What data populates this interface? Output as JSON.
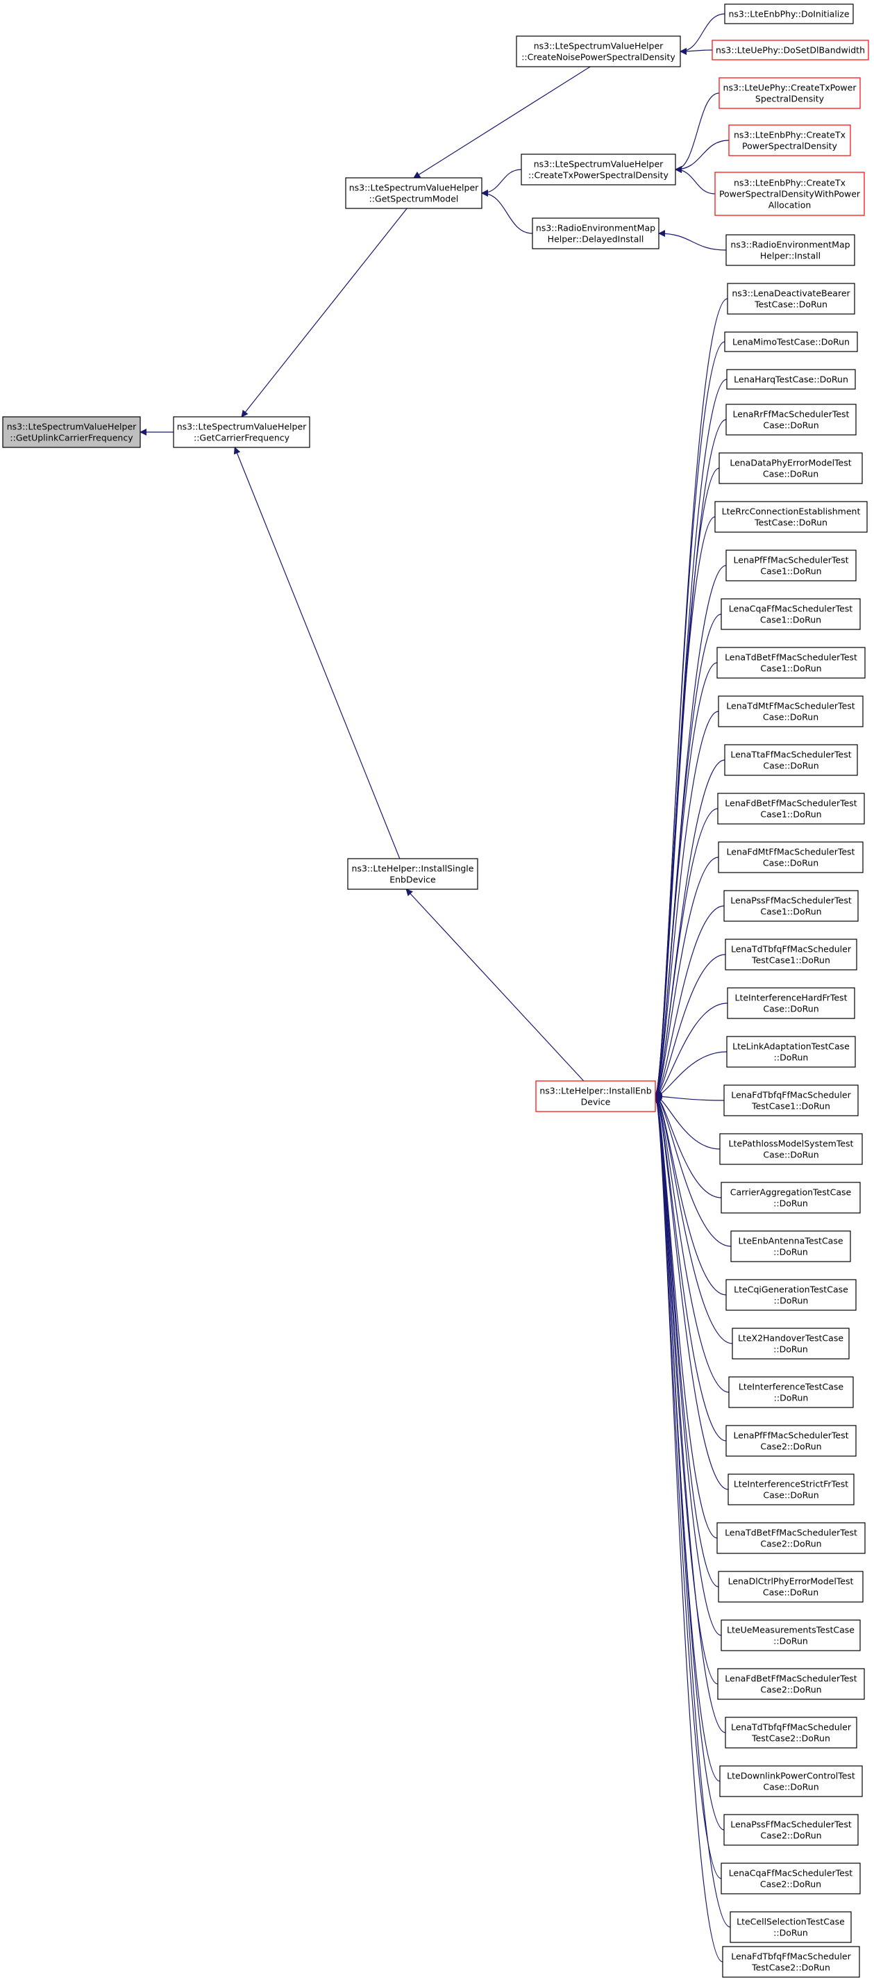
{
  "colors": {
    "edge": "#191970",
    "node_border": "#000000",
    "node_border_truncated": "#ff0000",
    "node_fill": "#ffffff",
    "focus_fill": "#bfbfbf",
    "text": "#000000"
  },
  "nodes": [
    {
      "id": "focus",
      "lines": [
        "ns3::LteSpectrumValueHelper",
        "::GetUplinkCarrierFrequency"
      ],
      "style": "focus"
    },
    {
      "id": "getCarrierFrequency",
      "lines": [
        "ns3::LteSpectrumValueHelper",
        "::GetCarrierFrequency"
      ],
      "style": "normal"
    },
    {
      "id": "getSpectrumModel",
      "lines": [
        "ns3::LteSpectrumValueHelper",
        "::GetSpectrumModel"
      ],
      "style": "normal"
    },
    {
      "id": "installSingleEnbDevice",
      "lines": [
        "ns3::LteHelper::InstallSingle",
        "EnbDevice"
      ],
      "style": "normal"
    },
    {
      "id": "createNoisePsd",
      "lines": [
        "ns3::LteSpectrumValueHelper",
        "::CreateNoisePowerSpectralDensity"
      ],
      "style": "normal"
    },
    {
      "id": "createTxPsd",
      "lines": [
        "ns3::LteSpectrumValueHelper",
        "::CreateTxPowerSpectralDensity"
      ],
      "style": "normal"
    },
    {
      "id": "remDelayedInstall",
      "lines": [
        "ns3::RadioEnvironmentMap",
        "Helper::DelayedInstall"
      ],
      "style": "normal"
    },
    {
      "id": "installEnbDevice",
      "lines": [
        "ns3::LteHelper::InstallEnb",
        "Device"
      ],
      "style": "truncated"
    },
    {
      "id": "enbPhyDoInitialize",
      "lines": [
        "ns3::LteEnbPhy::DoInitialize"
      ],
      "style": "normal"
    },
    {
      "id": "uePhyDoSetDlBandwidth",
      "lines": [
        "ns3::LteUePhy::DoSetDlBandwidth"
      ],
      "style": "truncated"
    },
    {
      "id": "uePhyCreateTxPsd",
      "lines": [
        "ns3::LteUePhy::CreateTxPower",
        "SpectralDensity"
      ],
      "style": "truncated"
    },
    {
      "id": "enbPhyCreateTxPsd",
      "lines": [
        "ns3::LteEnbPhy::CreateTx",
        "PowerSpectralDensity"
      ],
      "style": "truncated"
    },
    {
      "id": "enbPhyCreateTxPsdPa",
      "lines": [
        "ns3::LteEnbPhy::CreateTx",
        "PowerSpectralDensityWithPower",
        "Allocation"
      ],
      "style": "truncated"
    },
    {
      "id": "remInstall",
      "lines": [
        "ns3::RadioEnvironmentMap",
        "Helper::Install"
      ],
      "style": "normal"
    },
    {
      "id": "t01",
      "lines": [
        "ns3::LenaDeactivateBearer",
        "TestCase::DoRun"
      ],
      "style": "normal"
    },
    {
      "id": "t02",
      "lines": [
        "LenaMimoTestCase::DoRun"
      ],
      "style": "normal"
    },
    {
      "id": "t03",
      "lines": [
        "LenaHarqTestCase::DoRun"
      ],
      "style": "normal"
    },
    {
      "id": "t04",
      "lines": [
        "LenaRrFfMacSchedulerTest",
        "Case::DoRun"
      ],
      "style": "normal"
    },
    {
      "id": "t05",
      "lines": [
        "LenaDataPhyErrorModelTest",
        "Case::DoRun"
      ],
      "style": "normal"
    },
    {
      "id": "t06",
      "lines": [
        "LteRrcConnectionEstablishment",
        "TestCase::DoRun"
      ],
      "style": "normal"
    },
    {
      "id": "t07",
      "lines": [
        "LenaPfFfMacSchedulerTest",
        "Case1::DoRun"
      ],
      "style": "normal"
    },
    {
      "id": "t08",
      "lines": [
        "LenaCqaFfMacSchedulerTest",
        "Case1::DoRun"
      ],
      "style": "normal"
    },
    {
      "id": "t09",
      "lines": [
        "LenaTdBetFfMacSchedulerTest",
        "Case1::DoRun"
      ],
      "style": "normal"
    },
    {
      "id": "t10",
      "lines": [
        "LenaTdMtFfMacSchedulerTest",
        "Case::DoRun"
      ],
      "style": "normal"
    },
    {
      "id": "t11",
      "lines": [
        "LenaTtaFfMacSchedulerTest",
        "Case::DoRun"
      ],
      "style": "normal"
    },
    {
      "id": "t12",
      "lines": [
        "LenaFdBetFfMacSchedulerTest",
        "Case1::DoRun"
      ],
      "style": "normal"
    },
    {
      "id": "t13",
      "lines": [
        "LenaFdMtFfMacSchedulerTest",
        "Case::DoRun"
      ],
      "style": "normal"
    },
    {
      "id": "t14",
      "lines": [
        "LenaPssFfMacSchedulerTest",
        "Case1::DoRun"
      ],
      "style": "normal"
    },
    {
      "id": "t15",
      "lines": [
        "LenaTdTbfqFfMacScheduler",
        "TestCase1::DoRun"
      ],
      "style": "normal"
    },
    {
      "id": "t16",
      "lines": [
        "LteInterferenceHardFrTest",
        "Case::DoRun"
      ],
      "style": "normal"
    },
    {
      "id": "t17",
      "lines": [
        "LteLinkAdaptationTestCase",
        "::DoRun"
      ],
      "style": "normal"
    },
    {
      "id": "t18",
      "lines": [
        "LenaFdTbfqFfMacScheduler",
        "TestCase1::DoRun"
      ],
      "style": "normal"
    },
    {
      "id": "t19",
      "lines": [
        "LtePathlossModelSystemTest",
        "Case::DoRun"
      ],
      "style": "normal"
    },
    {
      "id": "t20",
      "lines": [
        "CarrierAggregationTestCase",
        "::DoRun"
      ],
      "style": "normal"
    },
    {
      "id": "t21",
      "lines": [
        "LteEnbAntennaTestCase",
        "::DoRun"
      ],
      "style": "normal"
    },
    {
      "id": "t22",
      "lines": [
        "LteCqiGenerationTestCase",
        "::DoRun"
      ],
      "style": "normal"
    },
    {
      "id": "t23",
      "lines": [
        "LteX2HandoverTestCase",
        "::DoRun"
      ],
      "style": "normal"
    },
    {
      "id": "t24",
      "lines": [
        "LteInterferenceTestCase",
        "::DoRun"
      ],
      "style": "normal"
    },
    {
      "id": "t25",
      "lines": [
        "LenaPfFfMacSchedulerTest",
        "Case2::DoRun"
      ],
      "style": "normal"
    },
    {
      "id": "t26",
      "lines": [
        "LteInterferenceStrictFrTest",
        "Case::DoRun"
      ],
      "style": "normal"
    },
    {
      "id": "t27",
      "lines": [
        "LenaTdBetFfMacSchedulerTest",
        "Case2::DoRun"
      ],
      "style": "normal"
    },
    {
      "id": "t28",
      "lines": [
        "LenaDlCtrlPhyErrorModelTest",
        "Case::DoRun"
      ],
      "style": "normal"
    },
    {
      "id": "t29",
      "lines": [
        "LteUeMeasurementsTestCase",
        "::DoRun"
      ],
      "style": "normal"
    },
    {
      "id": "t30",
      "lines": [
        "LenaFdBetFfMacSchedulerTest",
        "Case2::DoRun"
      ],
      "style": "normal"
    },
    {
      "id": "t31",
      "lines": [
        "LenaTdTbfqFfMacScheduler",
        "TestCase2::DoRun"
      ],
      "style": "normal"
    },
    {
      "id": "t32",
      "lines": [
        "LteDownlinkPowerControlTest",
        "Case::DoRun"
      ],
      "style": "normal"
    },
    {
      "id": "t33",
      "lines": [
        "LenaPssFfMacSchedulerTest",
        "Case2::DoRun"
      ],
      "style": "normal"
    },
    {
      "id": "t34",
      "lines": [
        "LenaCqaFfMacSchedulerTest",
        "Case2::DoRun"
      ],
      "style": "normal"
    },
    {
      "id": "t35",
      "lines": [
        "LteCellSelectionTestCase",
        "::DoRun"
      ],
      "style": "normal"
    },
    {
      "id": "t36",
      "lines": [
        "LenaFdTbfqFfMacScheduler",
        "TestCase2::DoRun"
      ],
      "style": "normal"
    }
  ],
  "edges": [
    {
      "from": "getCarrierFrequency",
      "to": "focus"
    },
    {
      "from": "getSpectrumModel",
      "to": "getCarrierFrequency"
    },
    {
      "from": "installSingleEnbDevice",
      "to": "getCarrierFrequency"
    },
    {
      "from": "createNoisePsd",
      "to": "getSpectrumModel"
    },
    {
      "from": "createTxPsd",
      "to": "getSpectrumModel"
    },
    {
      "from": "remDelayedInstall",
      "to": "getSpectrumModel"
    },
    {
      "from": "installEnbDevice",
      "to": "installSingleEnbDevice"
    },
    {
      "from": "enbPhyDoInitialize",
      "to": "createNoisePsd"
    },
    {
      "from": "uePhyDoSetDlBandwidth",
      "to": "createNoisePsd"
    },
    {
      "from": "uePhyCreateTxPsd",
      "to": "createTxPsd"
    },
    {
      "from": "enbPhyCreateTxPsd",
      "to": "createTxPsd"
    },
    {
      "from": "enbPhyCreateTxPsdPa",
      "to": "createTxPsd"
    },
    {
      "from": "remInstall",
      "to": "remDelayedInstall"
    },
    {
      "from": "t01",
      "to": "installEnbDevice"
    },
    {
      "from": "t02",
      "to": "installEnbDevice"
    },
    {
      "from": "t03",
      "to": "installEnbDevice"
    },
    {
      "from": "t04",
      "to": "installEnbDevice"
    },
    {
      "from": "t05",
      "to": "installEnbDevice"
    },
    {
      "from": "t06",
      "to": "installEnbDevice"
    },
    {
      "from": "t07",
      "to": "installEnbDevice"
    },
    {
      "from": "t08",
      "to": "installEnbDevice"
    },
    {
      "from": "t09",
      "to": "installEnbDevice"
    },
    {
      "from": "t10",
      "to": "installEnbDevice"
    },
    {
      "from": "t11",
      "to": "installEnbDevice"
    },
    {
      "from": "t12",
      "to": "installEnbDevice"
    },
    {
      "from": "t13",
      "to": "installEnbDevice"
    },
    {
      "from": "t14",
      "to": "installEnbDevice"
    },
    {
      "from": "t15",
      "to": "installEnbDevice"
    },
    {
      "from": "t16",
      "to": "installEnbDevice"
    },
    {
      "from": "t17",
      "to": "installEnbDevice"
    },
    {
      "from": "t18",
      "to": "installEnbDevice"
    },
    {
      "from": "t19",
      "to": "installEnbDevice"
    },
    {
      "from": "t20",
      "to": "installEnbDevice"
    },
    {
      "from": "t21",
      "to": "installEnbDevice"
    },
    {
      "from": "t22",
      "to": "installEnbDevice"
    },
    {
      "from": "t23",
      "to": "installEnbDevice"
    },
    {
      "from": "t24",
      "to": "installEnbDevice"
    },
    {
      "from": "t25",
      "to": "installEnbDevice"
    },
    {
      "from": "t26",
      "to": "installEnbDevice"
    },
    {
      "from": "t27",
      "to": "installEnbDevice"
    },
    {
      "from": "t28",
      "to": "installEnbDevice"
    },
    {
      "from": "t29",
      "to": "installEnbDevice"
    },
    {
      "from": "t30",
      "to": "installEnbDevice"
    },
    {
      "from": "t31",
      "to": "installEnbDevice"
    },
    {
      "from": "t32",
      "to": "installEnbDevice"
    },
    {
      "from": "t33",
      "to": "installEnbDevice"
    },
    {
      "from": "t34",
      "to": "installEnbDevice"
    },
    {
      "from": "t35",
      "to": "installEnbDevice"
    },
    {
      "from": "t36",
      "to": "installEnbDevice"
    }
  ]
}
